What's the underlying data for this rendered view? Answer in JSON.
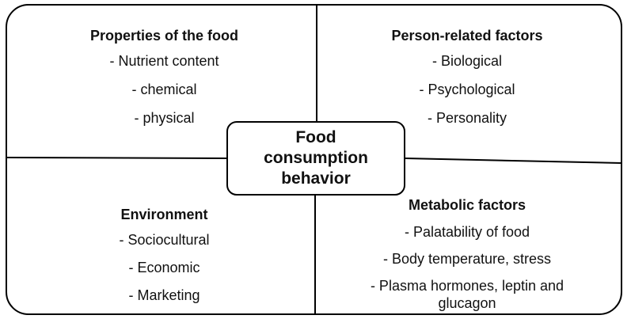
{
  "center": {
    "lines": [
      "Food",
      "consumption",
      "behavior"
    ]
  },
  "quadrants": {
    "top_left": {
      "title": "Properties of the food",
      "items": [
        "- Nutrient content",
        "- chemical",
        "- physical"
      ]
    },
    "top_right": {
      "title": "Person-related factors",
      "items": [
        "- Biological",
        "- Psychological",
        "- Personality"
      ]
    },
    "bottom_left": {
      "title": "Environment",
      "items": [
        "- Sociocultural",
        "- Economic",
        "- Marketing"
      ]
    },
    "bottom_right": {
      "title": "Metabolic factors",
      "items": [
        "- Palatability of food",
        "- Body temperature, stress",
        "- Plasma hormones, leptin and",
        "glucagon"
      ]
    }
  }
}
